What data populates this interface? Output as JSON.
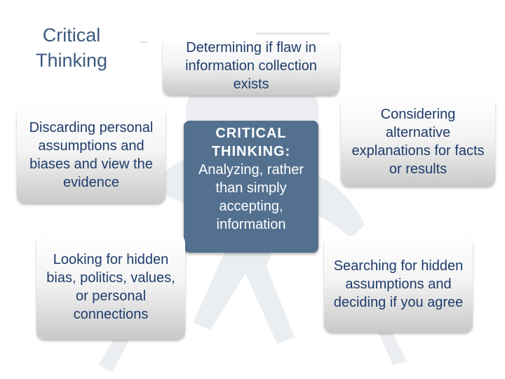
{
  "title": "Critical Thinking",
  "center": {
    "heading": "CRITICAL THINKING:",
    "body": "Analyzing, rather than simply accepting, information"
  },
  "nodes": {
    "top": "Determining if flaw in information collection exists",
    "left_upper": "Discarding personal assumptions and biases and view the evidence",
    "left_lower": "Looking for hidden bias, politics, values, or personal connections",
    "right_upper": "Considering alternative explanations for facts or results",
    "right_lower": "Searching for hidden assumptions and deciding if you agree"
  },
  "colors": {
    "title": "#3f5a80",
    "node_text": "#1e3c6b",
    "center_fill": "#53708f",
    "center_text": "#ffffff"
  }
}
